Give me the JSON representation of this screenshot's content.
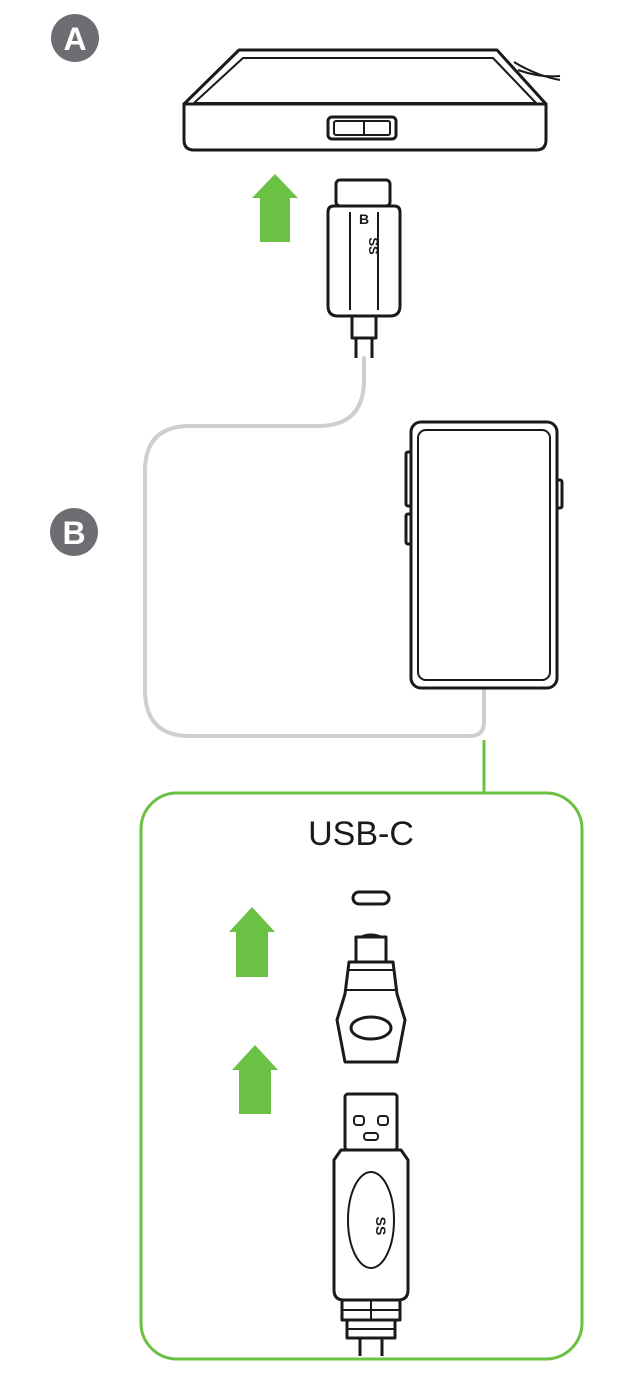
{
  "steps": [
    {
      "label": "A"
    },
    {
      "label": "B"
    }
  ],
  "connector": {
    "b_label": "B",
    "ss_mark": "SS"
  },
  "panel": {
    "title": "USB-C"
  },
  "colors": {
    "arrow_green": "#6ac143",
    "panel_border": "#6ac143",
    "badge_gray": "#6d6e71",
    "device_stroke": "#1a1a1a",
    "cable_gray": "#cfcfcf"
  },
  "icons": [
    "hard-drive-icon",
    "usb-micro-b-connector-icon",
    "smartphone-icon",
    "usb-c-port-icon",
    "usb-c-adapter-icon",
    "usb-a-connector-icon",
    "up-arrow-icon"
  ]
}
